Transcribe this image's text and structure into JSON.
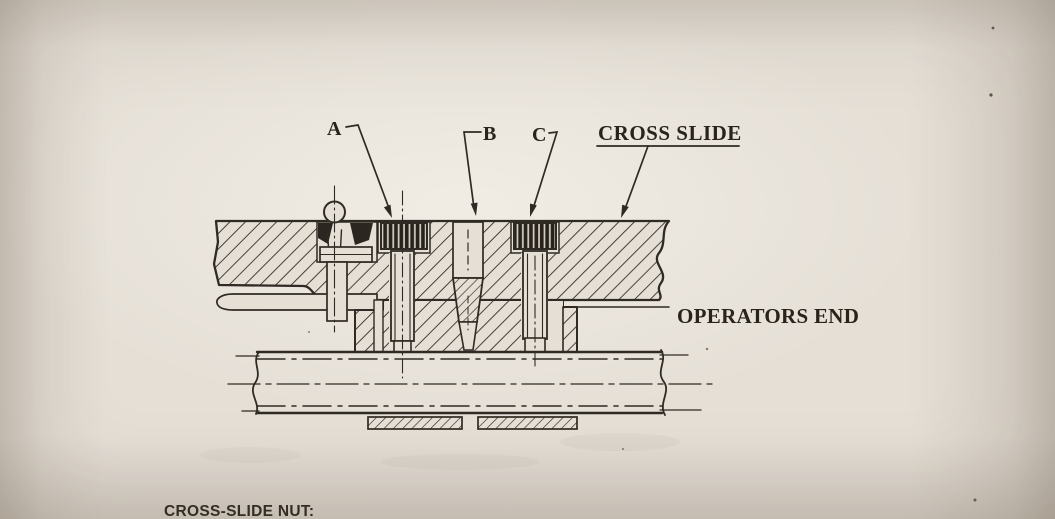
{
  "photo": {
    "paper_color": "#e5dfd6",
    "ink_color": "#2f2a23"
  },
  "figure": {
    "callouts": {
      "a": "A",
      "b": "B",
      "c": "C"
    },
    "labels": {
      "cross_slide": "CROSS SLIDE",
      "operators_end": "OPERATORS END"
    }
  },
  "caption": {
    "heading": "CROSS-SLIDE NUT:"
  }
}
